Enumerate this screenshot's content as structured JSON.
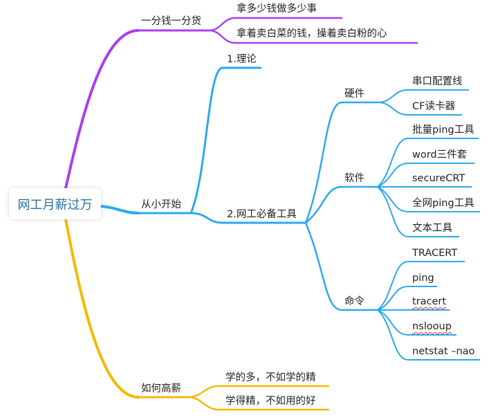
{
  "root": "网工月薪过万",
  "colors": {
    "purple": "#a63ff2",
    "blue": "#2ba8ef",
    "yellow": "#f6b800"
  },
  "branches": {
    "b1": {
      "label": "一分钱一分货",
      "children": [
        "拿多少钱做多少事",
        "拿着卖白菜的钱，操着卖白粉的心"
      ]
    },
    "b2": {
      "label": "从小开始",
      "theory": "1.理论",
      "tools": {
        "label": "2.网工必备工具",
        "hardware": {
          "label": "硬件",
          "items": [
            "串口配置线",
            "CF读卡器"
          ]
        },
        "software": {
          "label": "软件",
          "items": [
            "批量ping工具",
            "word三件套",
            "secureCRT",
            "全网ping工具",
            "文本工具"
          ]
        },
        "commands": {
          "label": "命令",
          "items": [
            "TRACERT",
            "ping",
            "tracert",
            "nslooup",
            "netstat –nao"
          ]
        }
      }
    },
    "b3": {
      "label": "如何高薪",
      "children": [
        "学的多，不如学的精",
        "学得精，不如用的好"
      ]
    }
  }
}
